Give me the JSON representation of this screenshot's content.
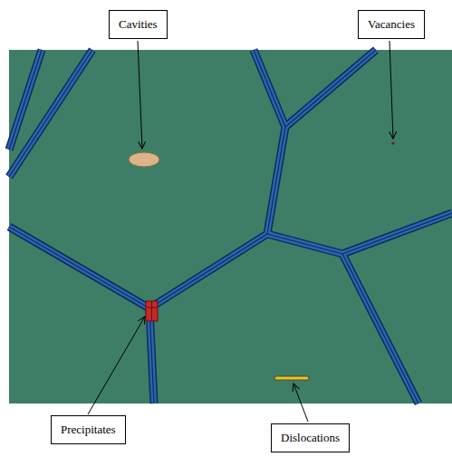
{
  "diagram": {
    "nodes": [
      {
        "text": [
          "Cavities"
        ]
      },
      {
        "text": [
          "Vacancies"
        ]
      },
      {
        "text": [
          "Precipitates"
        ]
      },
      {
        "text": [
          "Dislocations"
        ]
      }
    ]
  }
}
